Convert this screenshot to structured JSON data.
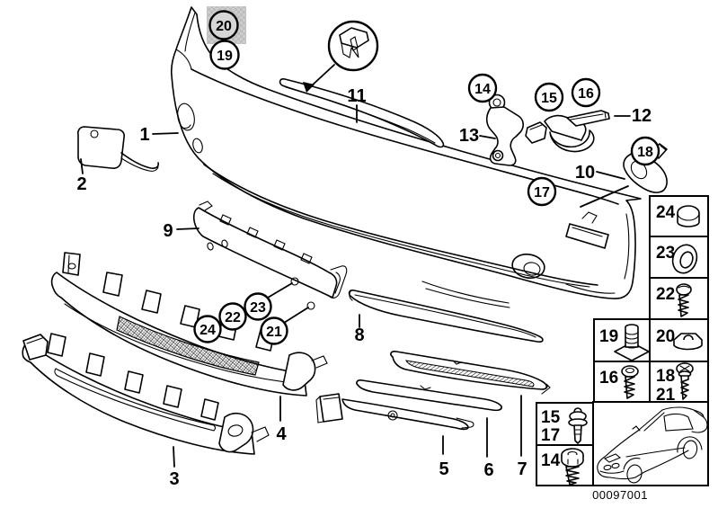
{
  "figure": {
    "kind": "exploded-parts-diagram",
    "subject": "Front bumper trim panel and mounting parts",
    "background_color": "#ffffff",
    "line_color": "#000000",
    "highlight_color": "#c9c9c9"
  },
  "callouts": {
    "plain": [
      {
        "label": "1"
      },
      {
        "label": "2"
      },
      {
        "label": "3"
      },
      {
        "label": "4"
      },
      {
        "label": "5"
      },
      {
        "label": "6"
      },
      {
        "label": "7"
      },
      {
        "label": "8"
      },
      {
        "label": "9"
      },
      {
        "label": "10"
      },
      {
        "label": "11"
      },
      {
        "label": "12"
      },
      {
        "label": "13"
      }
    ],
    "circled": [
      {
        "label": "20",
        "highlighted": true
      },
      {
        "label": "19"
      },
      {
        "label": "14"
      },
      {
        "label": "15"
      },
      {
        "label": "16"
      },
      {
        "label": "18"
      },
      {
        "label": "17"
      },
      {
        "label": "24"
      },
      {
        "label": "22"
      },
      {
        "label": "23"
      },
      {
        "label": "21"
      }
    ]
  },
  "legend": {
    "boxes": [
      {
        "labels": [
          "24"
        ],
        "icon": "cap-plug-icon"
      },
      {
        "labels": [
          "23"
        ],
        "icon": "grommet-icon"
      },
      {
        "labels": [
          "22"
        ],
        "icon": "tapping-screw-icon"
      },
      {
        "labels": [
          "19"
        ],
        "icon": "plastic-stud-icon"
      },
      {
        "labels": [
          "20"
        ],
        "icon": "flange-nut-icon"
      },
      {
        "labels": [
          "16"
        ],
        "icon": "pan-head-screw-icon"
      },
      {
        "labels": [
          "18",
          "21"
        ],
        "icon": "long-screw-icon"
      },
      {
        "labels": [
          "15",
          "17"
        ],
        "icon": "expansion-rivet-icon"
      },
      {
        "labels": [
          "14"
        ],
        "icon": "hex-bolt-icon"
      }
    ],
    "car_thumbnail": "coupe-front-three-quarter-view"
  },
  "footer": {
    "drawing_number": "00097001"
  }
}
